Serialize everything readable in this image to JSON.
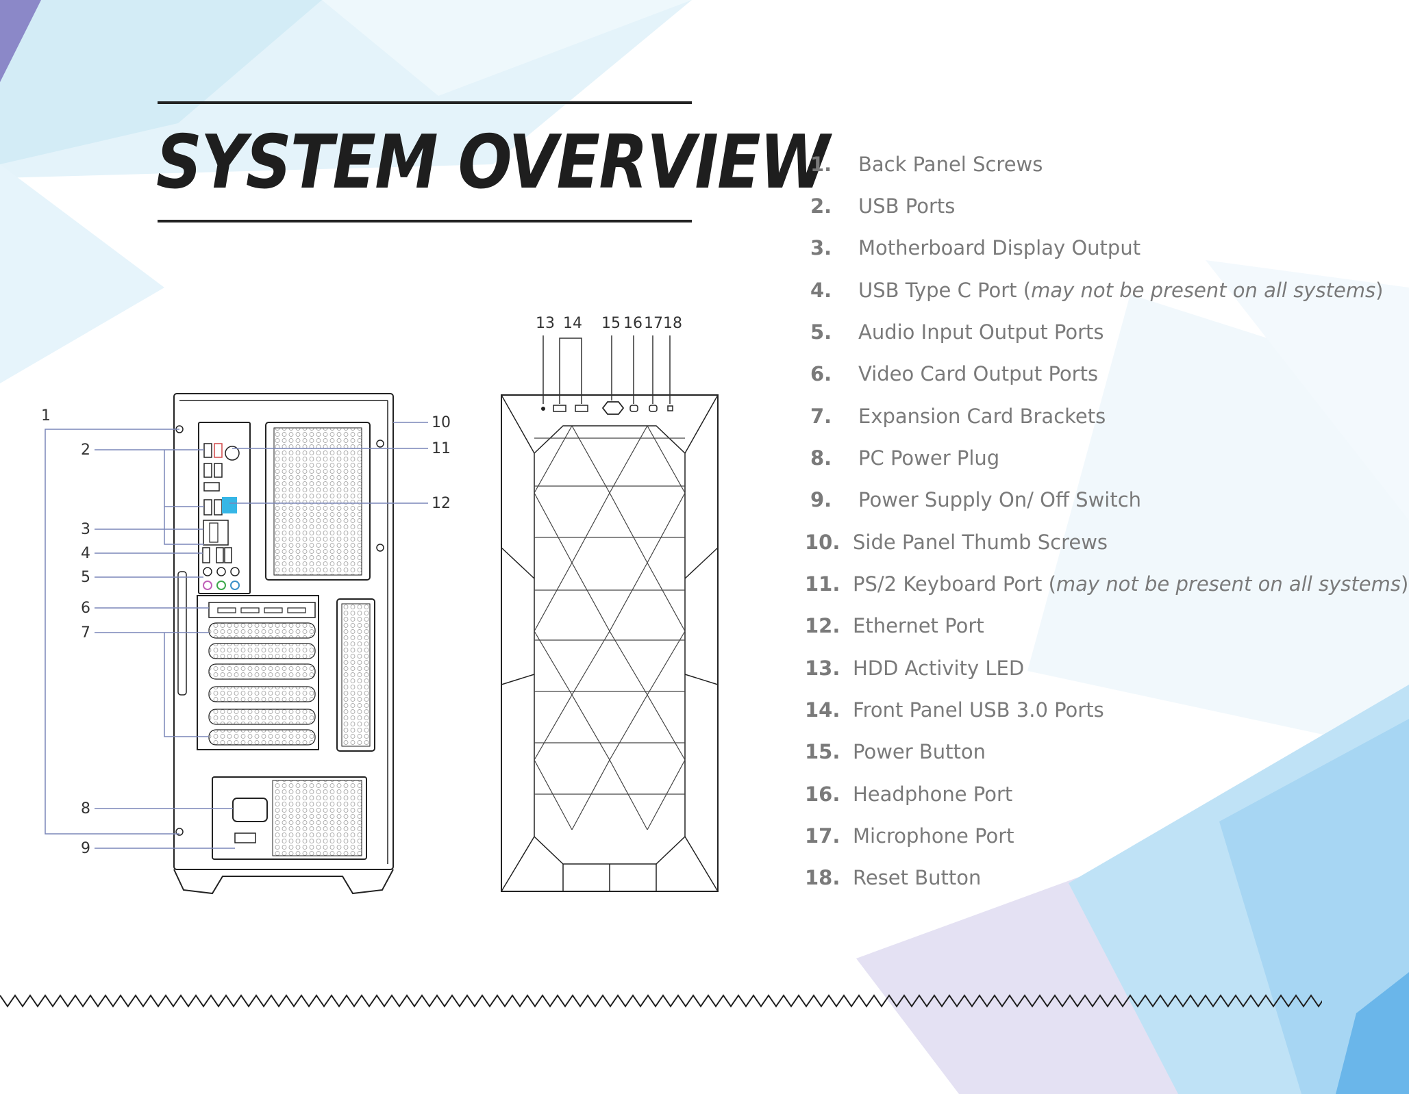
{
  "title": "SYSTEM OVERVIEW",
  "legend": [
    {
      "num": "1.",
      "label": "Back Panel Screws",
      "note": ""
    },
    {
      "num": "2.",
      "label": "USB Ports",
      "note": ""
    },
    {
      "num": "3.",
      "label": "Motherboard Display Output",
      "note": ""
    },
    {
      "num": "4.",
      "label": "USB Type C Port (",
      "note": "may not be present on all systems",
      "tail": ")"
    },
    {
      "num": "5.",
      "label": "Audio Input Output Ports",
      "note": ""
    },
    {
      "num": "6.",
      "label": "Video Card Output Ports",
      "note": ""
    },
    {
      "num": "7.",
      "label": "Expansion Card Brackets",
      "note": ""
    },
    {
      "num": "8.",
      "label": "PC Power Plug",
      "note": ""
    },
    {
      "num": "9.",
      "label": "Power Supply On/ Off Switch",
      "note": ""
    },
    {
      "num": "10.",
      "label": "Side Panel Thumb Screws",
      "note": ""
    },
    {
      "num": "11.",
      "label": "PS/2 Keyboard Port (",
      "note": "may not be present on all systems",
      "tail": ")"
    },
    {
      "num": "12.",
      "label": "Ethernet Port",
      "note": ""
    },
    {
      "num": "13.",
      "label": "HDD Activity LED",
      "note": ""
    },
    {
      "num": "14.",
      "label": "Front Panel USB 3.0 Ports",
      "note": ""
    },
    {
      "num": "15.",
      "label": "Power Button",
      "note": ""
    },
    {
      "num": "16.",
      "label": "Headphone Port",
      "note": ""
    },
    {
      "num": "17.",
      "label": "Microphone Port",
      "note": ""
    },
    {
      "num": "18.",
      "label": "Reset Button",
      "note": ""
    }
  ],
  "back_callouts": [
    "1",
    "2",
    "3",
    "4",
    "5",
    "6",
    "7",
    "8",
    "9",
    "10",
    "11",
    "12"
  ],
  "front_callouts": [
    "13",
    "14",
    "15",
    "16",
    "17",
    "18"
  ],
  "colors": {
    "ethernet": "#36b6e6",
    "audio_pink": "#c060b8",
    "audio_green": "#3ca84a",
    "audio_blue": "#3a8fc8",
    "usb_red": "#d04848",
    "leader_line": "#7a86b8"
  }
}
